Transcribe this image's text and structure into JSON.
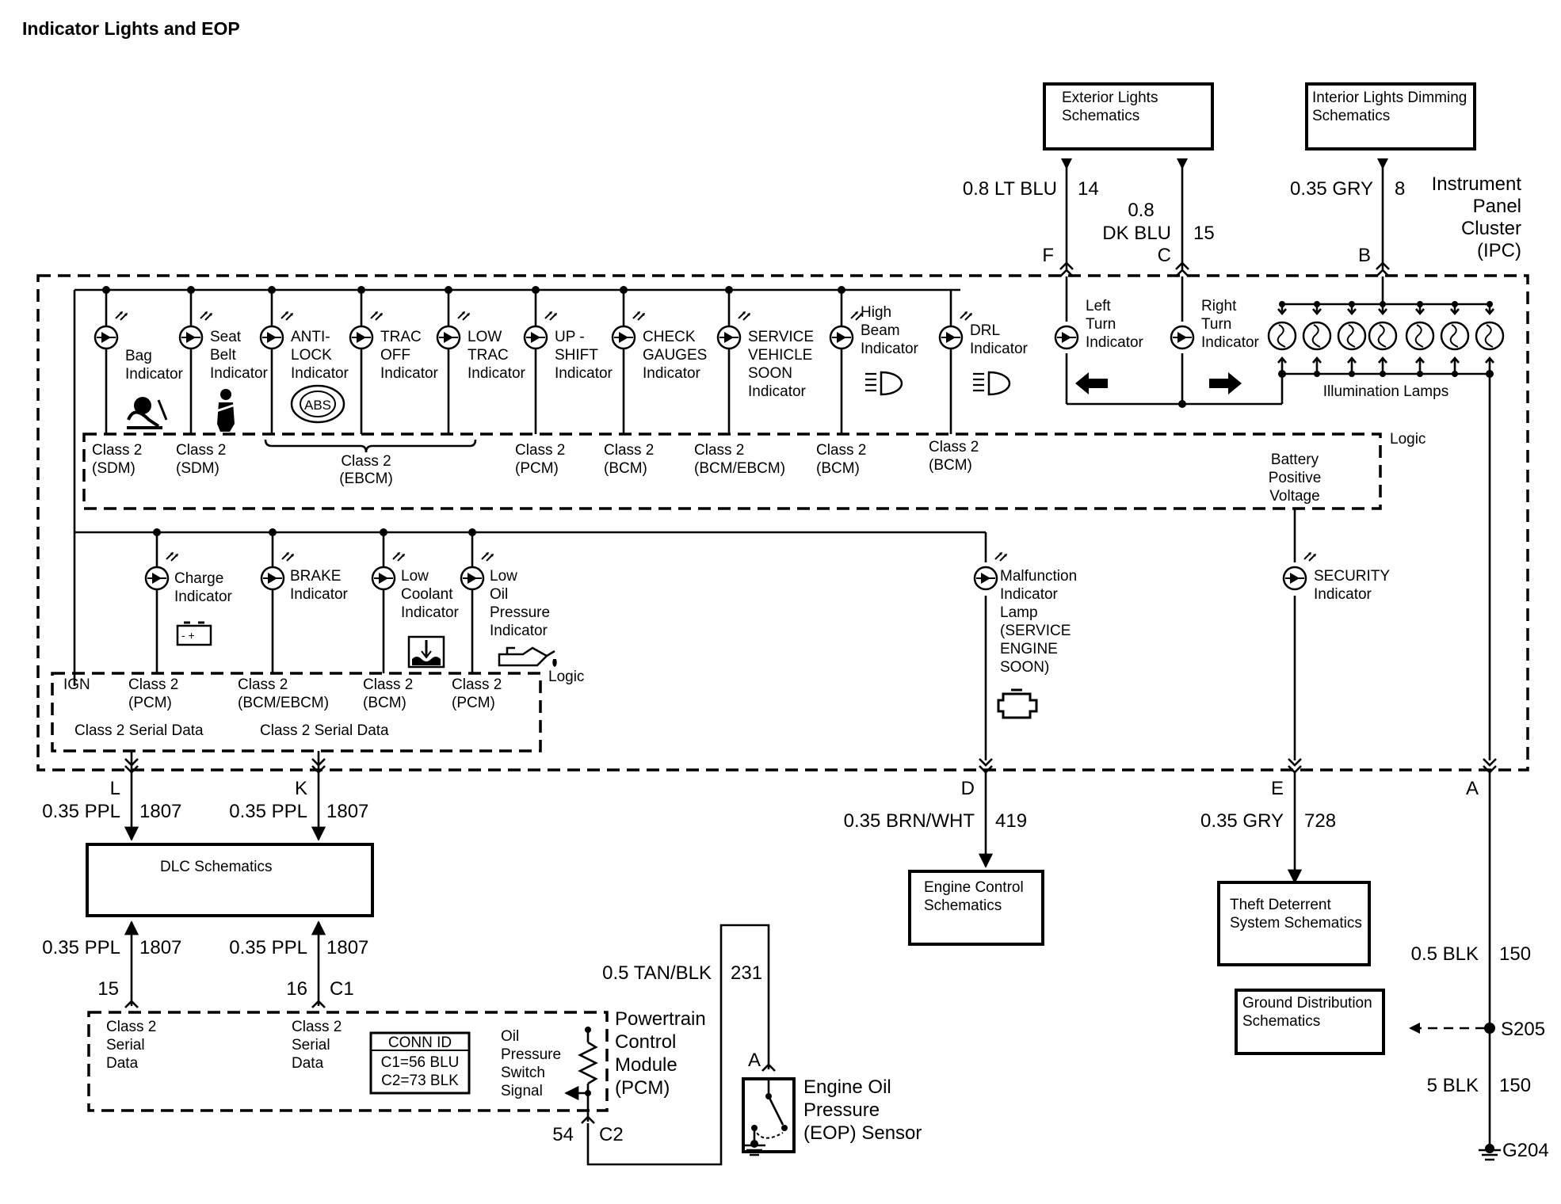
{
  "title": "Indicator Lights and EOP",
  "ipc_label": [
    "Instrument",
    "Panel",
    "Cluster",
    "(IPC)"
  ],
  "boxes": {
    "exterior": [
      "Exterior Lights",
      "Schematics"
    ],
    "interior": [
      "Interior Lights Dimming",
      "Schematics"
    ],
    "dlc": "DLC Schematics",
    "engine_control": [
      "Engine Control",
      "Schematics"
    ],
    "theft": [
      "Theft Deterrent",
      "System Schematics"
    ],
    "ground_dist": [
      "Ground Distribution",
      "Schematics"
    ]
  },
  "top_wires": {
    "f": {
      "wire": "0.8 LT BLU",
      "circuit": "14",
      "pin": "F"
    },
    "c": {
      "wire_line1": "0.8",
      "wire_line2": "DK BLU",
      "circuit": "15",
      "pin": "C"
    },
    "b": {
      "wire": "0.35 GRY",
      "circuit": "8",
      "pin": "B"
    }
  },
  "indicators_top": [
    {
      "label": [
        "Bag",
        "Indicator"
      ],
      "source": [
        "Class 2",
        "(SDM)"
      ]
    },
    {
      "label": [
        "Seat",
        "Belt",
        "Indicator"
      ],
      "source": [
        "Class 2",
        "(SDM)"
      ]
    },
    {
      "label": [
        "ANTI-",
        "LOCK",
        "Indicator"
      ],
      "abs": "ABS"
    },
    {
      "label": [
        "TRAC",
        "OFF",
        "Indicator"
      ]
    },
    {
      "label": [
        "LOW",
        "TRAC",
        "Indicator"
      ]
    },
    {
      "label": [
        "UP -",
        "SHIFT",
        "Indicator"
      ],
      "source": [
        "Class 2",
        "(PCM)"
      ]
    },
    {
      "label": [
        "CHECK",
        "GAUGES",
        "Indicator"
      ],
      "source": [
        "Class 2",
        "(BCM)"
      ]
    },
    {
      "label": [
        "SERVICE",
        "VEHICLE",
        "SOON",
        "Indicator"
      ],
      "source": [
        "Class 2",
        "(BCM/EBCM)"
      ]
    },
    {
      "label": [
        "High",
        "Beam",
        "Indicator"
      ],
      "source": [
        "Class 2",
        "(BCM)"
      ]
    },
    {
      "label": [
        "DRL",
        "Indicator"
      ],
      "source": [
        "Class 2",
        "(BCM)"
      ]
    }
  ],
  "ebcm_source": [
    "Class 2",
    "(EBCM)"
  ],
  "turn": {
    "left": [
      "Left",
      "Turn",
      "Indicator"
    ],
    "right": [
      "Right",
      "Turn",
      "Indicator"
    ]
  },
  "illumination": "Illumination Lamps",
  "logic": "Logic",
  "battery": [
    "Battery",
    "Positive",
    "Voltage"
  ],
  "indicators_bottom": [
    {
      "label": [
        "Charge",
        "Indicator"
      ],
      "source": [
        "Class 2",
        "(PCM)"
      ]
    },
    {
      "label": [
        "BRAKE",
        "Indicator"
      ],
      "source": [
        "Class 2",
        "(BCM/EBCM)"
      ]
    },
    {
      "label": [
        "Low",
        "Coolant",
        "Indicator"
      ],
      "source": [
        "Class 2",
        "(BCM)"
      ]
    },
    {
      "label": [
        "Low",
        "Oil",
        "Pressure",
        "Indicator"
      ],
      "source": [
        "Class 2",
        "(PCM)"
      ]
    }
  ],
  "ign": "IGN",
  "serial_data": "Class 2 Serial Data",
  "mil": [
    "Malfunction",
    "Indicator",
    "Lamp",
    "(SERVICE",
    "ENGINE",
    "SOON)"
  ],
  "security": [
    "SECURITY",
    "Indicator"
  ],
  "bottom_wires": {
    "l": {
      "pin": "L",
      "wire": "0.35 PPL",
      "circuit": "1807"
    },
    "k": {
      "pin": "K",
      "wire": "0.35 PPL",
      "circuit": "1807"
    },
    "d": {
      "pin": "D",
      "wire": "0.35 BRN/WHT",
      "circuit": "419"
    },
    "e": {
      "pin": "E",
      "wire": "0.35 GRY",
      "circuit": "728"
    },
    "a": {
      "pin": "A",
      "wire1": "0.5 BLK",
      "circuit1": "150",
      "splice": "S205",
      "wire2": "5 BLK",
      "circuit2": "150",
      "ground": "G204"
    }
  },
  "dlc_lower": {
    "w1": "0.35 PPL",
    "c1": "1807",
    "pin1": "15",
    "w2": "0.35 PPL",
    "c2": "1807",
    "pin2": "16",
    "conn": "C1"
  },
  "pcm": {
    "label": [
      "Powertrain",
      "Control",
      "Module",
      "(PCM)"
    ],
    "serial": [
      "Class 2",
      "Serial",
      "Data"
    ],
    "conn_id": [
      "CONN ID",
      "C1=56 BLU",
      "C2=73 BLK"
    ],
    "ops": [
      "Oil",
      "Pressure",
      "Switch",
      "Signal"
    ],
    "pin": "54",
    "conn": "C2"
  },
  "eop": {
    "wire": "0.5 TAN/BLK",
    "circuit": "231",
    "pin": "A",
    "label": [
      "Engine Oil",
      "Pressure",
      "(EOP) Sensor"
    ]
  }
}
